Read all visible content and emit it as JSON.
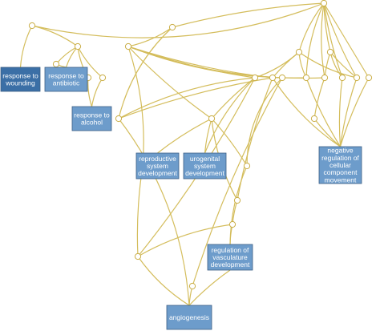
{
  "colors": {
    "edge": "#d4bd5c",
    "circle_stroke": "#c9ad45",
    "circle_fill": "#ffffff",
    "box_light": "#6d9ccb",
    "box_dark": "#3b6fa6",
    "box_border": "#3c5f85",
    "label_text": "#ffffff"
  },
  "labeled_nodes": [
    {
      "id": "wounding",
      "lines": [
        "response to",
        "wounding"
      ],
      "shade": "dark"
    },
    {
      "id": "antibiotic",
      "lines": [
        "response to",
        "antibiotic"
      ],
      "shade": "light"
    },
    {
      "id": "alcohol",
      "lines": [
        "response to",
        "alcohol"
      ],
      "shade": "light"
    },
    {
      "id": "reproductive",
      "lines": [
        "reproductive",
        "system",
        "development"
      ],
      "shade": "light"
    },
    {
      "id": "urogenital",
      "lines": [
        "urogenital",
        "system",
        "development"
      ],
      "shade": "light"
    },
    {
      "id": "negative",
      "lines": [
        "negative",
        "regulation of",
        "cellular",
        "component",
        "movement"
      ],
      "shade": "light"
    },
    {
      "id": "vasculature",
      "lines": [
        "regulation of",
        "vasculature",
        "development"
      ],
      "shade": "light"
    },
    {
      "id": "angiogenesis",
      "lines": [
        "angiogenesis"
      ],
      "shade": "light"
    }
  ]
}
